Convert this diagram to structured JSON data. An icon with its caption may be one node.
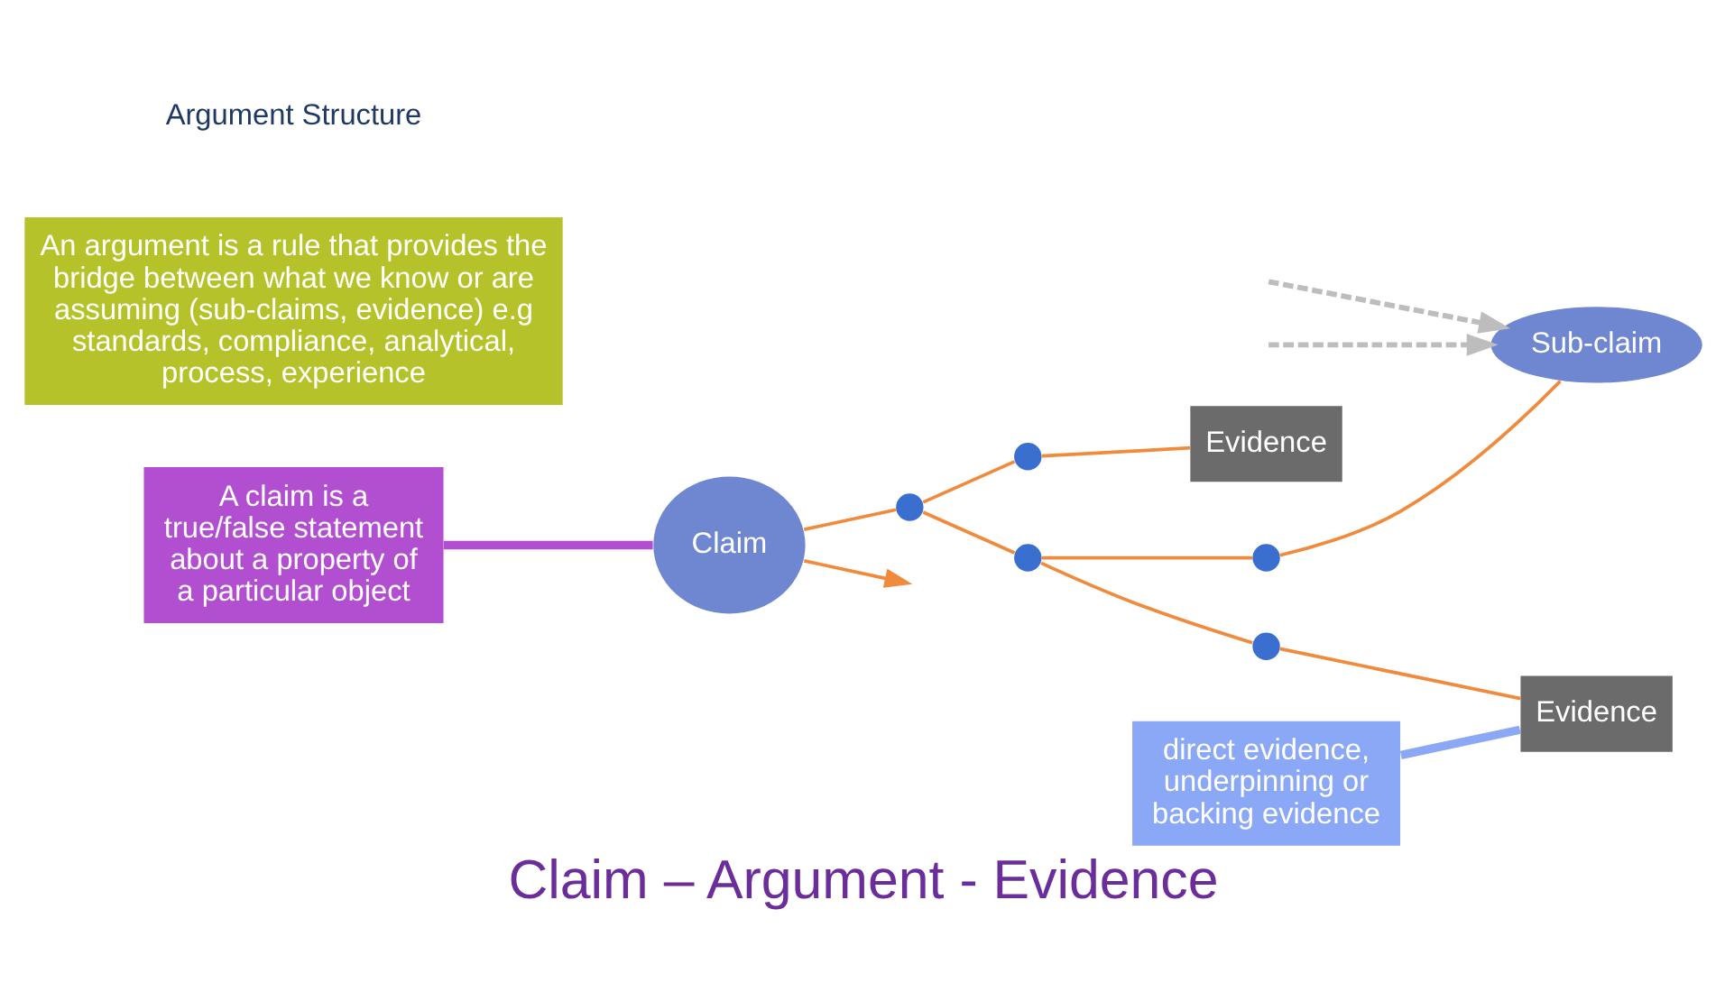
{
  "diagram": {
    "title": "Claim – Argument - Evidence",
    "nodes": [
      {
        "text": [
          "Claim"
        ]
      },
      {
        "text": [],
        "shape": "circle"
      },
      {
        "text": [],
        "shape": "circle"
      },
      {
        "text": [
          "Evidence"
        ]
      },
      {
        "text": [],
        "shape": "circle"
      },
      {
        "text": [],
        "shape": "circle"
      },
      {
        "text": [
          "Sub-claim"
        ]
      },
      {
        "text": [],
        "shape": "circle"
      },
      {
        "text": [
          "Evidence"
        ]
      },
      {
        "text": [
          "A claim is a true/false statement about a property of a particular object"
        ]
      },
      {
        "text": [
          "An argument is a rule that provides the bridge between what we know or are assuming (sub-claims, evidence) e.g standards, compliance, analytical, process, experience"
        ]
      },
      {
        "text": [
          "direct evidence, underpinning or backing evidence"
        ]
      }
    ],
    "edges": [
      {
        "from": 0,
        "to": 1,
        "arrow": "none"
      },
      {
        "from": 1,
        "to": 2,
        "arrow": "none"
      },
      {
        "from": 2,
        "to": 3,
        "arrow": "none"
      },
      {
        "from": 1,
        "to": 4,
        "arrow": "none"
      },
      {
        "from": 4,
        "to": 5,
        "arrow": "none"
      },
      {
        "from": 5,
        "to": 6,
        "arrow": "none"
      },
      {
        "from": 4,
        "to": 7,
        "arrow": "none"
      },
      {
        "from": 7,
        "to": 8,
        "arrow": "none"
      },
      {
        "from": 0,
        "to": null,
        "arrow": "to"
      },
      {
        "from": null,
        "to": 6,
        "arrow": "to",
        "style": "dashed",
        "color": "#bdbdbd"
      },
      {
        "from": null,
        "to": 6,
        "arrow": "to",
        "style": "dashed",
        "color": "#bdbdbd"
      },
      {
        "from": 9,
        "to": 0,
        "arrow": "none",
        "style": "thick",
        "color": "#b24fd0"
      },
      {
        "from": 11,
        "to": 8,
        "arrow": "none",
        "style": "thick",
        "color": "#8aa8f5"
      }
    ],
    "labels": [
      "Argument Structure"
    ]
  }
}
